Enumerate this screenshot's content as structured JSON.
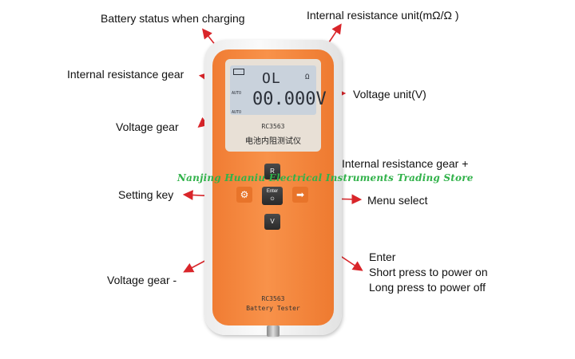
{
  "labels": {
    "battery_status": "Battery status when charging",
    "resistance_unit": "Internal resistance unit(mΩ/Ω )",
    "resistance_gear": "Internal resistance gear",
    "voltage_unit": "Voltage unit(V)",
    "voltage_gear": "Voltage gear",
    "resistance_gear_plus": "Internal resistance gear +",
    "setting_key": "Setting key",
    "menu_select": "Menu select",
    "enter_1": "Enter",
    "enter_2": "Short press to power on",
    "enter_3": "Long press to power off",
    "voltage_gear_minus": "Voltage gear -"
  },
  "device": {
    "lcd_auto_1": "AUTO",
    "lcd_auto_2": "AUTO",
    "lcd_resistance": "OL",
    "lcd_resistance_unit": "Ω",
    "lcd_voltage": "00.000V",
    "model_top": "RC3563",
    "title_cn": "电池内阻测试仪",
    "btn_r": "R",
    "btn_enter": "Enter",
    "btn_v": "V",
    "model_bottom": "RC3563",
    "name_bottom": "Battery Tester"
  },
  "watermark": "Nanjing Huaniu Electrical Instruments Trading Store",
  "colors": {
    "device_orange": "#f07c33",
    "arrow_red": "#d9252a",
    "watermark_green": "#31b24a"
  }
}
